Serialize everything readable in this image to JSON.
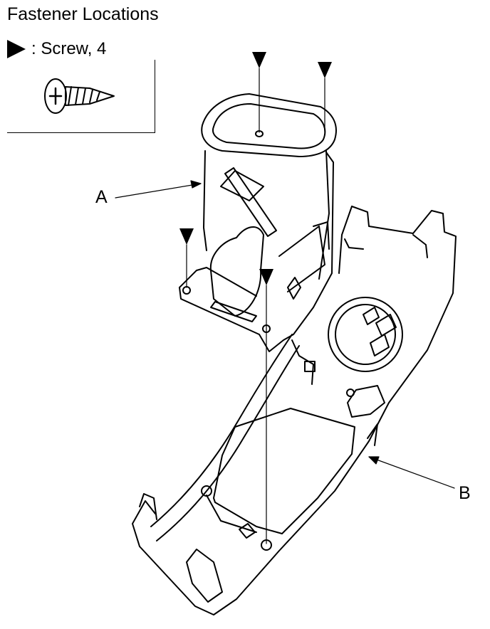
{
  "title": "Fastener Locations",
  "legend": {
    "symbol": "triangle-marker-icon",
    "label": ": Screw, 4"
  },
  "callouts": {
    "a": "A",
    "b": "B"
  },
  "colors": {
    "line": "#000000",
    "background": "#ffffff"
  }
}
